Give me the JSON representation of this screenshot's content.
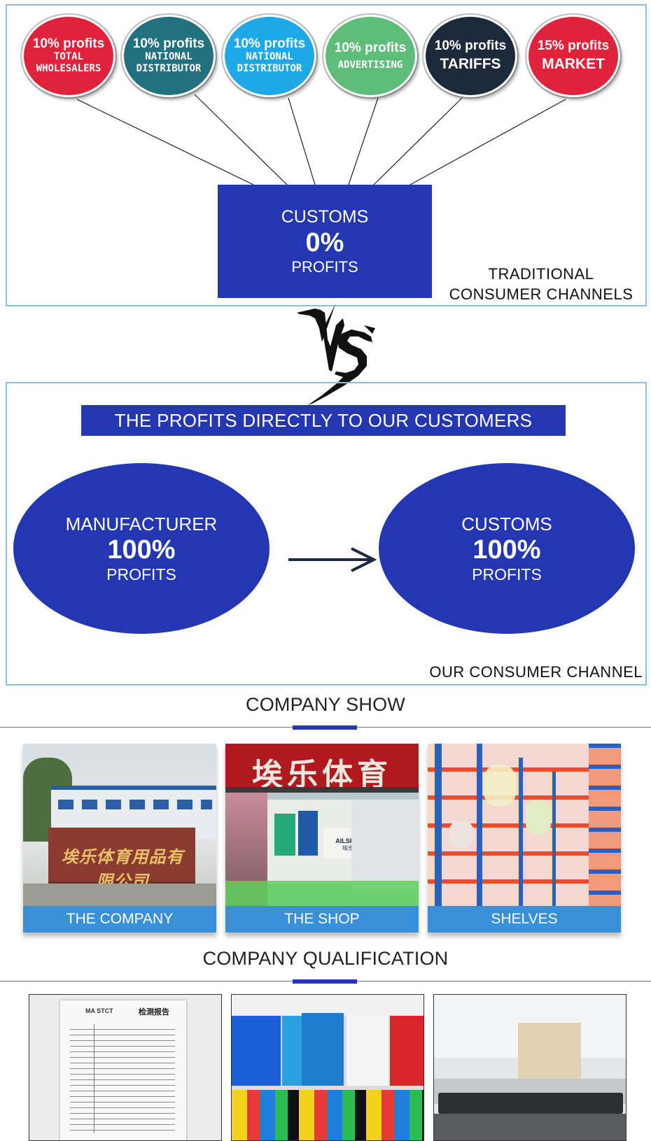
{
  "traditional": {
    "bubbles": [
      {
        "pct": "10% profits",
        "who": "TOTAL\nWHOLESALERS",
        "color": "#e0233a"
      },
      {
        "pct": "10% profits",
        "who": "NATIONAL\nDISTRIBUTOR",
        "color": "#23707e"
      },
      {
        "pct": "10% profits",
        "who": "NATIONAL\nDISTRIBUTOR",
        "color": "#1fa8e8"
      },
      {
        "pct": "10% profits",
        "who": "ADVERTISING",
        "color": "#5fbd7a"
      },
      {
        "pct": "10% profits",
        "who": "TARIFFS",
        "color": "#1d2a3c"
      },
      {
        "pct": "15% profits",
        "who": "MARKET",
        "color": "#e0233a"
      }
    ],
    "customs_box": {
      "line1": "CUSTOMS",
      "line2": "0%",
      "line3": "PROFITS"
    },
    "label_line1": "TRADITIONAL",
    "label_line2": "CONSUMER CHANNELS"
  },
  "ours": {
    "banner": "THE PROFITS DIRECTLY TO OUR CUSTOMERS",
    "left": {
      "a": "MANUFACTURER",
      "b": "100%",
      "c": "PROFITS"
    },
    "right": {
      "a": "CUSTOMS",
      "b": "100%",
      "c": "PROFITS"
    },
    "label": "OUR CONSUMER CHANNEL"
  },
  "company_show": {
    "title": "COMPANY SHOW",
    "cards": [
      {
        "caption": "THE COMPANY",
        "sign_text": "埃乐体育用品有限公司"
      },
      {
        "caption": "THE SHOP",
        "sign_text": "埃乐体育",
        "logo_text": "AILSPORTS",
        "logo_sub": "埃乐体育"
      },
      {
        "caption": "SHELVES"
      }
    ]
  },
  "qualification": {
    "title": "COMPANY QUALIFICATION",
    "doc_header": "检测报告",
    "doc_logo": "MA STCT"
  },
  "colors": {
    "brand_blue": "#2437b2",
    "caption_blue": "#3a8fd9",
    "panel_border": "#8fbfe0"
  }
}
